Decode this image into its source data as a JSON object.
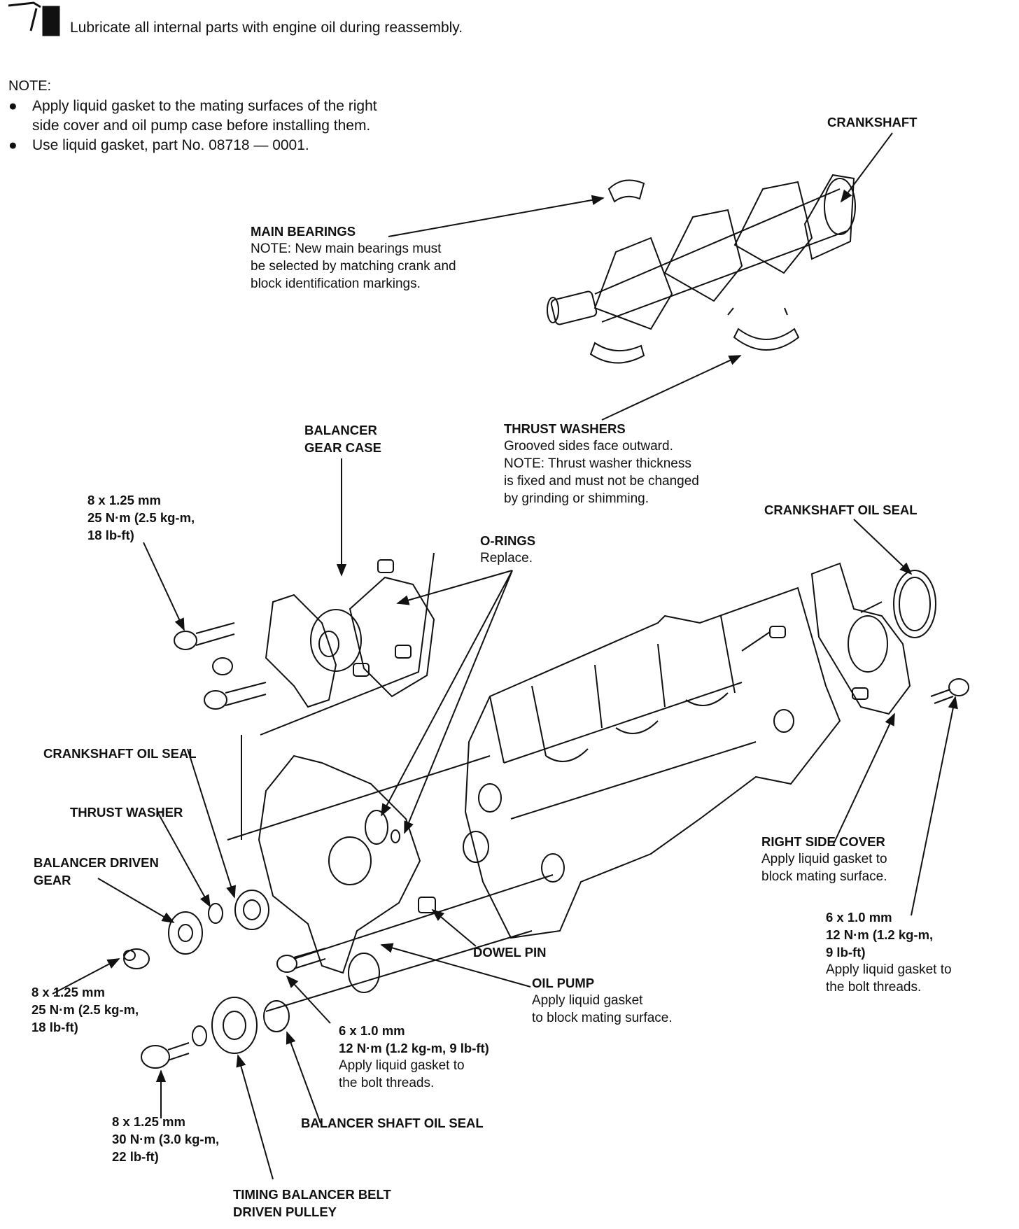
{
  "header": {
    "lubricate_note": "Lubricate all internal parts with engine oil during reassembly.",
    "note_heading": "NOTE:",
    "bullets": [
      "Apply liquid gasket to the mating surfaces of the right",
      "side cover and oil pump case before installing them.",
      "Use liquid gasket, part No. 08718 — 0001."
    ]
  },
  "labels": {
    "crankshaft": "CRANKSHAFT",
    "main_bearings_title": "MAIN BEARINGS",
    "main_bearings_note": [
      "NOTE:  New main bearings must",
      "be selected by matching crank and",
      "block identification markings."
    ],
    "balancer_gear_case": [
      "BALANCER",
      "GEAR CASE"
    ],
    "thrust_washers_title": "THRUST WASHERS",
    "thrust_washers_note": [
      "Grooved sides face outward.",
      "NOTE:  Thrust washer thickness",
      "is fixed and must not be changed",
      "by grinding or shimming."
    ],
    "crankshaft_oil_seal_right": "CRANKSHAFT OIL SEAL",
    "bolt_case": [
      "8 x 1.25 mm",
      "25 N·m (2.5 kg-m,",
      "18 lb-ft)"
    ],
    "o_rings": [
      "O-RINGS",
      "Replace."
    ],
    "crankshaft_oil_seal_left": "CRANKSHAFT OIL SEAL",
    "thrust_washer": "THRUST WASHER",
    "balancer_driven_gear": [
      "BALANCER DRIVEN",
      "GEAR"
    ],
    "right_side_cover": [
      "RIGHT SIDE COVER",
      "Apply liquid gasket to",
      "block mating surface."
    ],
    "bolt_right": [
      "6 x 1.0 mm",
      "12 N·m (1.2 kg-m,",
      "9 lb-ft)",
      "Apply liquid gasket to",
      "the bolt threads."
    ],
    "dowel_pin": "DOWEL PIN",
    "oil_pump": [
      "OIL PUMP",
      "Apply liquid gasket",
      "to block mating surface."
    ],
    "bolt_gear": [
      "8 x 1.25 mm",
      "25 N·m (2.5 kg-m,",
      "18 lb-ft)"
    ],
    "bolt_pump": [
      "6 x 1.0 mm",
      "12 N·m (1.2 kg-m, 9 lb-ft)",
      "Apply liquid gasket to",
      "the bolt threads."
    ],
    "bolt_pulley": [
      "8 x 1.25 mm",
      "30 N·m (3.0 kg-m,",
      "22 lb-ft)"
    ],
    "balancer_shaft_oil_seal": "BALANCER SHAFT OIL SEAL",
    "timing_pulley": [
      "TIMING BALANCER BELT",
      "DRIVEN PULLEY"
    ]
  },
  "icons": [
    "oil-can-icon"
  ]
}
